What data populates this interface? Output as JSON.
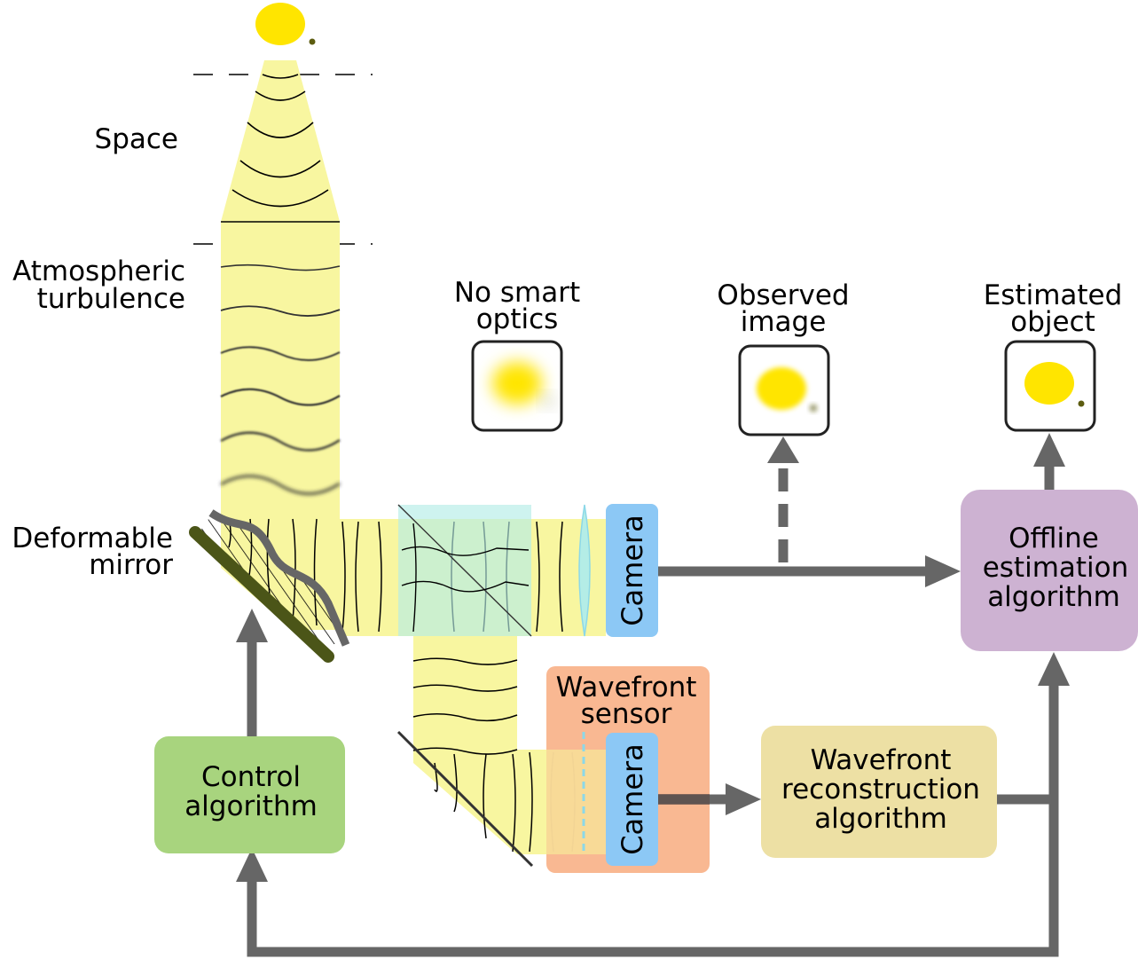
{
  "labels": {
    "space": "Space",
    "turbulence_line1": "Atmospheric",
    "turbulence_line2": "turbulence",
    "deformable_line1": "Deformable",
    "deformable_line2": "mirror",
    "no_smart_line1": "No smart",
    "no_smart_line2": "optics",
    "observed_line1": "Observed",
    "observed_line2": "image",
    "estimated_line1": "Estimated",
    "estimated_line2": "object"
  },
  "boxes": {
    "camera_main": "Camera",
    "camera_wfs": "Camera",
    "wavefront_sensor_line1": "Wavefront",
    "wavefront_sensor_line2": "sensor",
    "offline_line1": "Offline",
    "offline_line2": "estimation",
    "offline_line3": "algorithm",
    "control_line1": "Control",
    "control_line2": "algorithm",
    "reconstruction_line1": "Wavefront",
    "reconstruction_line2": "reconstruction",
    "reconstruction_line3": "algorithm"
  },
  "colors": {
    "beam": "#f8f6a0",
    "star": "#ffe500",
    "planet": "#5c5c10",
    "mirror": "#4b5518",
    "camera": "#8cc8f5",
    "beam_splitter": "#b4ede6",
    "wavefront_sensor": "#f9b48c",
    "offline_box": "#cdb2d2",
    "control_box": "#a8d47e",
    "reconstruction_box": "#ede0a4",
    "arrow": "#666666"
  }
}
